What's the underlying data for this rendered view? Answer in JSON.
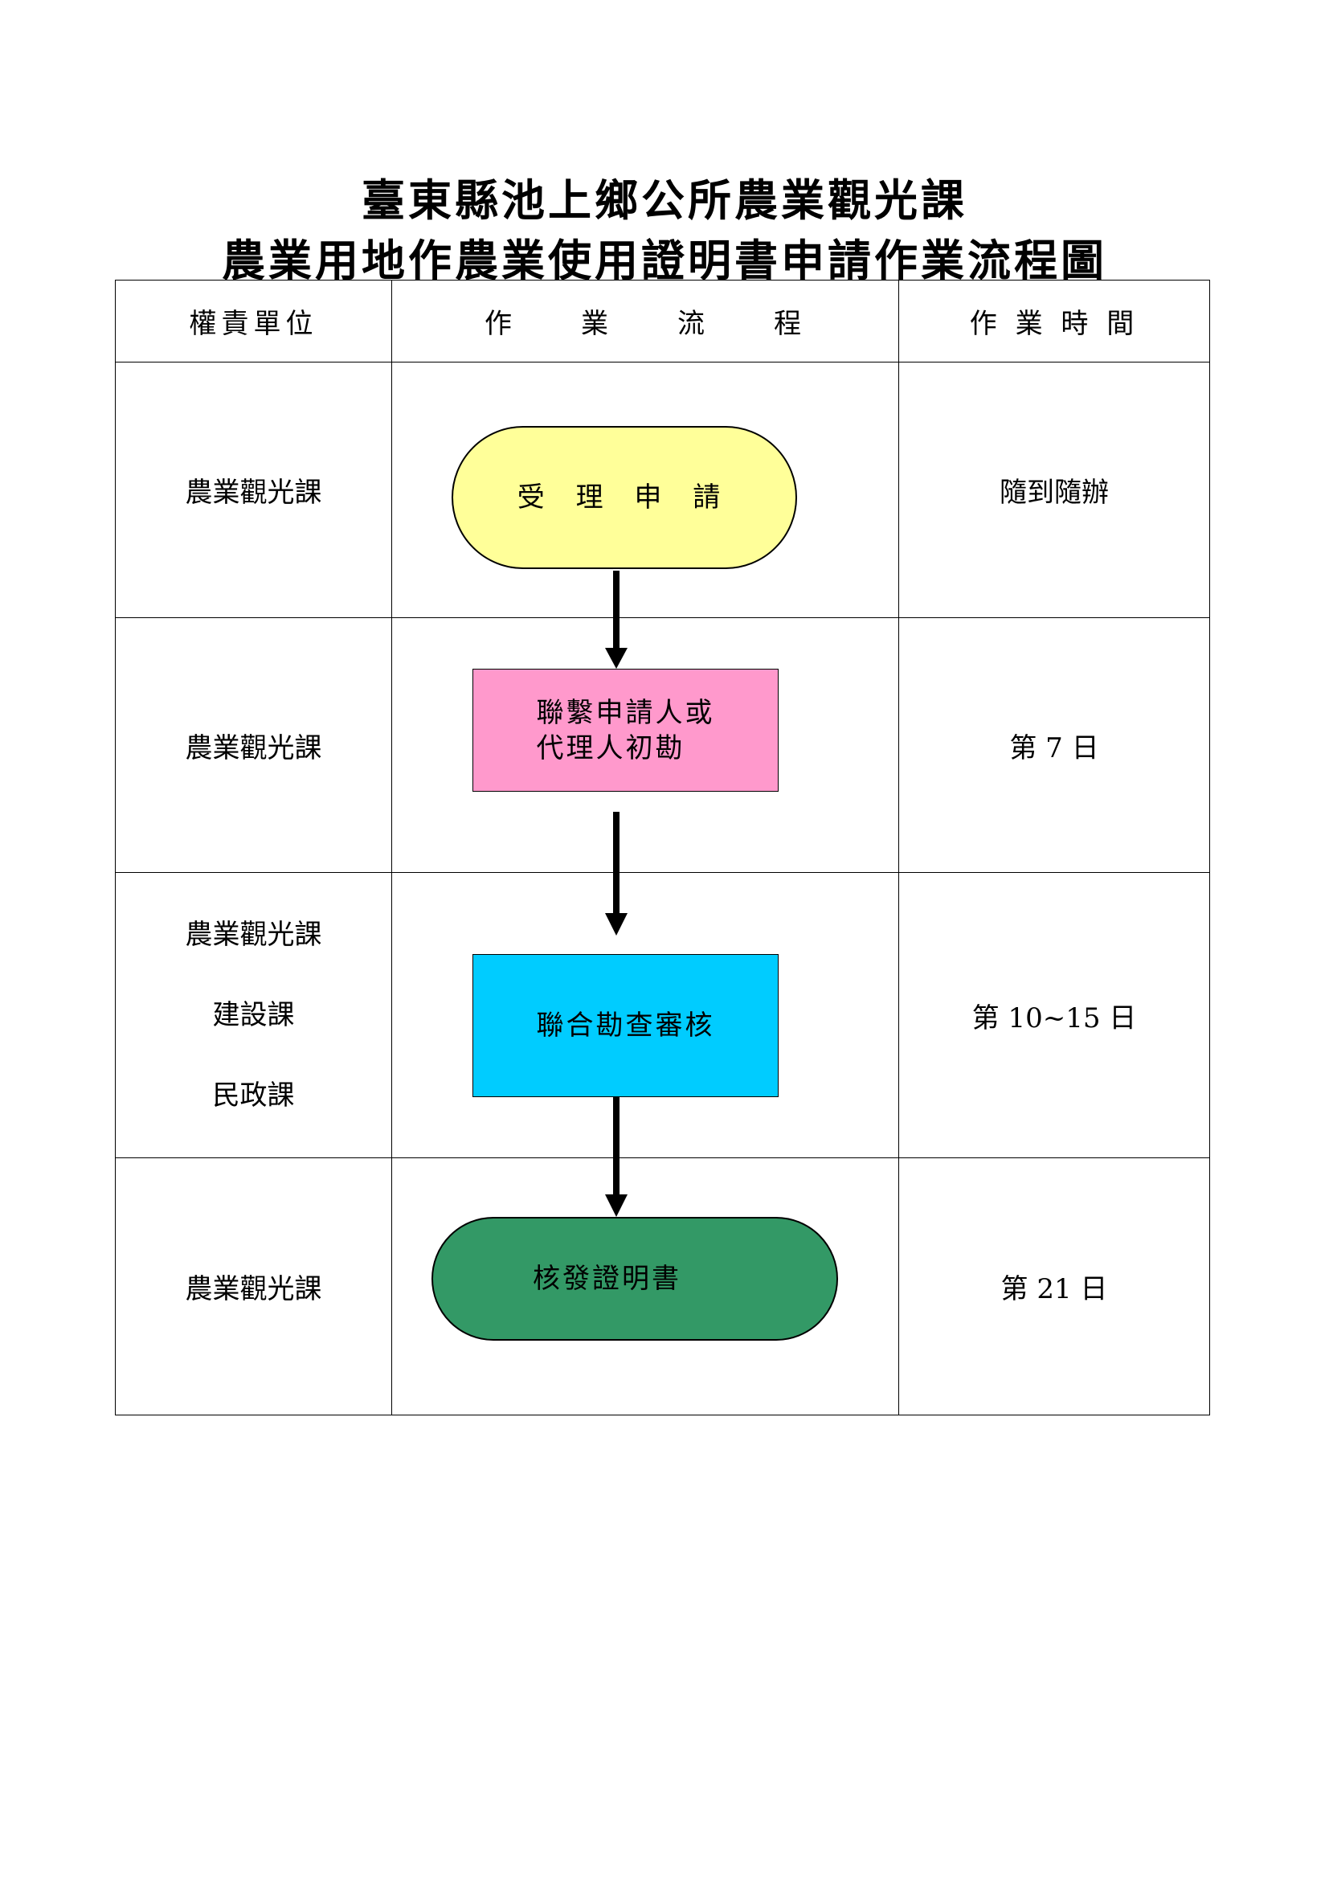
{
  "title": {
    "line1": "臺東縣池上鄉公所農業觀光課",
    "line2": "農業用地作農業使用證明書申請作業流程圖"
  },
  "headers": {
    "unit": "權責單位",
    "process": "作　　業　　流　　程",
    "time": "作 業 時 間"
  },
  "rows": [
    {
      "unit": [
        "農業觀光課"
      ],
      "step": "受 理 申 請",
      "time": "隨到隨辦"
    },
    {
      "unit": [
        "農業觀光課"
      ],
      "step": "聯繫申請人或\n代理人初勘",
      "time": "第 7 日"
    },
    {
      "unit": [
        "農業觀光課",
        "建設課",
        "民政課"
      ],
      "step": "聯合勘查審核",
      "time": "第 10~15 日"
    },
    {
      "unit": [
        "農業觀光課"
      ],
      "step": "核發證明書",
      "time": "第 21 日"
    }
  ],
  "colors": {
    "step1": "#FFFF99",
    "step2": "#FF99CC",
    "step3": "#00CCFF",
    "step4": "#339966"
  }
}
